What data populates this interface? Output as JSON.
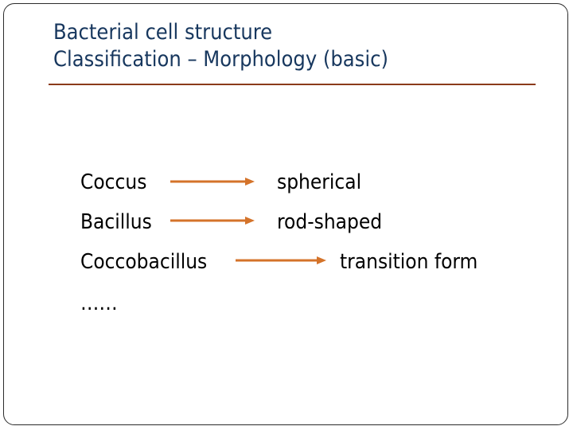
{
  "title": {
    "line1": "Bacterial cell structure",
    "line2": "Classification – Morphology (basic)"
  },
  "bullet_glyph": "",
  "items": [
    {
      "term": "Coccus",
      "meaning": "spherical"
    },
    {
      "term": "Bacillus",
      "meaning": "rod-shaped"
    },
    {
      "term": "Coccobacillus",
      "meaning": "transition form"
    },
    {
      "term": "……",
      "meaning": ""
    }
  ],
  "colors": {
    "title": "#17375e",
    "rule": "#8b3a1a",
    "arrow": "#d4732a"
  }
}
